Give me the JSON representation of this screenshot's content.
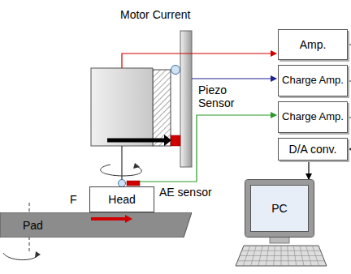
{
  "diagram": {
    "nodes": [
      {
        "text": [
          "Amp."
        ]
      },
      {
        "text": [
          "Charge Amp."
        ]
      },
      {
        "text": [
          "Charge Amp."
        ]
      },
      {
        "text": [
          "D/A conv."
        ]
      },
      {
        "text": [
          "Head"
        ]
      },
      {
        "text": [
          "Pad"
        ]
      },
      {
        "text": [
          "PC"
        ]
      }
    ],
    "edges": [
      {
        "from": 3,
        "to": 6,
        "arrow": "to"
      }
    ],
    "labels": [
      "Motor Current",
      "Piezo Sensor",
      "F",
      "AE sensor"
    ]
  }
}
